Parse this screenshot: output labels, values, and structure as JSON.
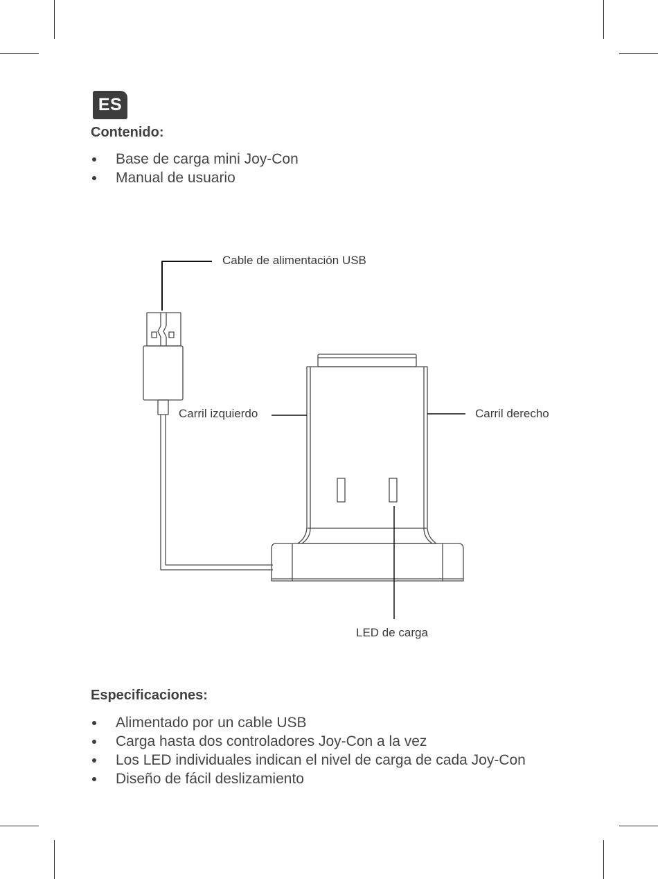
{
  "language_badge": "ES",
  "contents": {
    "title": "Contenido:",
    "items": [
      "Base de carga mini Joy-Con",
      "Manual de usuario"
    ]
  },
  "diagram": {
    "labels": {
      "usb_cable": "Cable de alimentación USB",
      "left_rail": "Carril izquierdo",
      "right_rail": "Carril derecho",
      "charge_led": "LED de carga"
    }
  },
  "specs": {
    "title": "Especificaciones:",
    "items": [
      "Alimentado por un cable USB",
      "Carga hasta dos controladores Joy-Con a la vez",
      "Los LED individuales indican el nivel de carga de cada Joy-Con",
      "Diseño de fácil deslizamiento"
    ]
  }
}
